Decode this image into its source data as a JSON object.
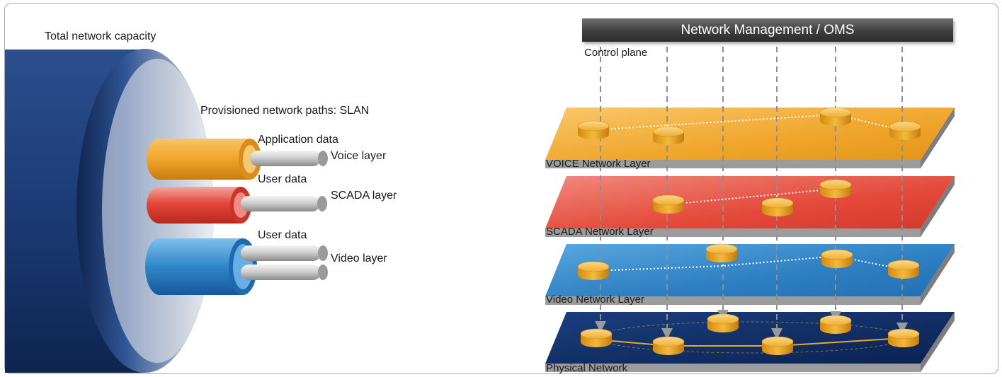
{
  "left_diagram": {
    "title": "Total network capacity",
    "subtitle": "Provisioned network paths: SLAN",
    "paths": [
      {
        "data_label": "Application data",
        "layer_label": "Voice layer",
        "color": "#f2a62c"
      },
      {
        "data_label": "User data",
        "layer_label": "SCADA layer",
        "color": "#e4473a"
      },
      {
        "data_label": "User data",
        "layer_label": "Video layer",
        "color": "#2f86c8"
      }
    ],
    "cable_color": "#1e3f7a"
  },
  "right_diagram": {
    "header": "Network Management / OMS",
    "control_plane": "Control plane",
    "layers": [
      {
        "label": "VOICE Network Layer",
        "color": "#f0a52b"
      },
      {
        "label": "SCADA Network Layer",
        "color": "#e4493a"
      },
      {
        "label": "Video Network Layer",
        "color": "#2d7fc2"
      },
      {
        "label": "Physical Network",
        "color": "#0e2a5c"
      }
    ],
    "node_color": "#f3b630"
  }
}
